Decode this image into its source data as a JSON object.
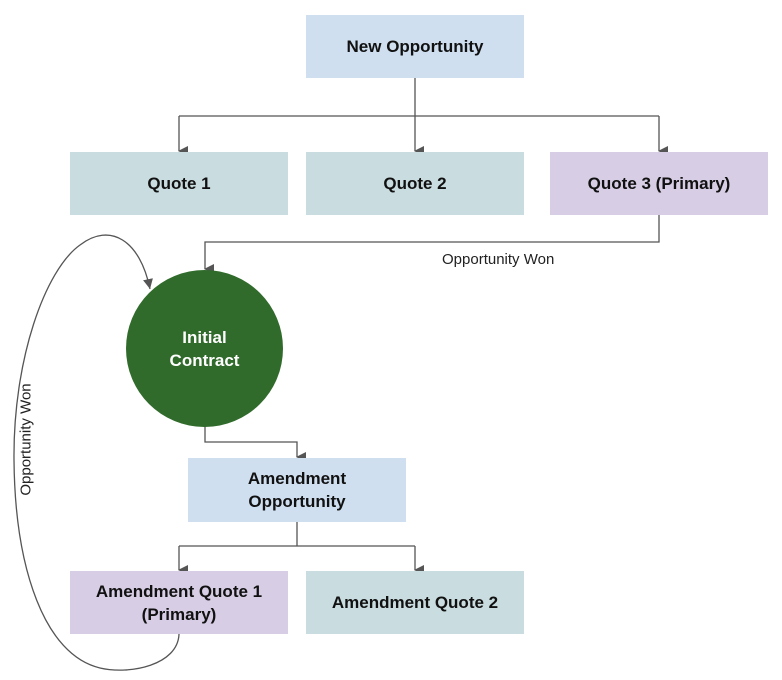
{
  "nodes": {
    "new_opportunity": {
      "label": "New Opportunity",
      "shape": "rectangle",
      "color": "#cfdff0"
    },
    "quote_1": {
      "label": "Quote 1",
      "shape": "rectangle",
      "color": "#c9dcdf"
    },
    "quote_2": {
      "label": "Quote 2",
      "shape": "rectangle",
      "color": "#c9dcdf"
    },
    "quote_3": {
      "label": "Quote 3 (Primary)",
      "shape": "rectangle",
      "color": "#d7cde5"
    },
    "initial_contract": {
      "line1": "Initial",
      "line2": "Contract",
      "shape": "circle",
      "color": "#306b2b"
    },
    "amendment_opportunity": {
      "line1": "Amendment",
      "line2": "Opportunity",
      "shape": "rectangle",
      "color": "#cfdff0"
    },
    "amendment_quote_1": {
      "line1": "Amendment Quote 1",
      "line2": "(Primary)",
      "shape": "rectangle",
      "color": "#d7cde5"
    },
    "amendment_quote_2": {
      "label": "Amendment Quote 2",
      "shape": "rectangle",
      "color": "#c9dcdf"
    }
  },
  "edges": [
    {
      "from": "new_opportunity",
      "to": "quote_1"
    },
    {
      "from": "new_opportunity",
      "to": "quote_2"
    },
    {
      "from": "new_opportunity",
      "to": "quote_3"
    },
    {
      "from": "quote_3",
      "to": "initial_contract",
      "label": "Opportunity Won"
    },
    {
      "from": "initial_contract",
      "to": "amendment_opportunity"
    },
    {
      "from": "amendment_opportunity",
      "to": "amendment_quote_1"
    },
    {
      "from": "amendment_opportunity",
      "to": "amendment_quote_2"
    },
    {
      "from": "amendment_quote_1",
      "to": "initial_contract",
      "label": "Opportunity Won"
    }
  ],
  "labels": {
    "quote3_to_contract": "Opportunity Won",
    "amendment_loop": "Opportunity Won"
  },
  "edge_color": "#555555"
}
